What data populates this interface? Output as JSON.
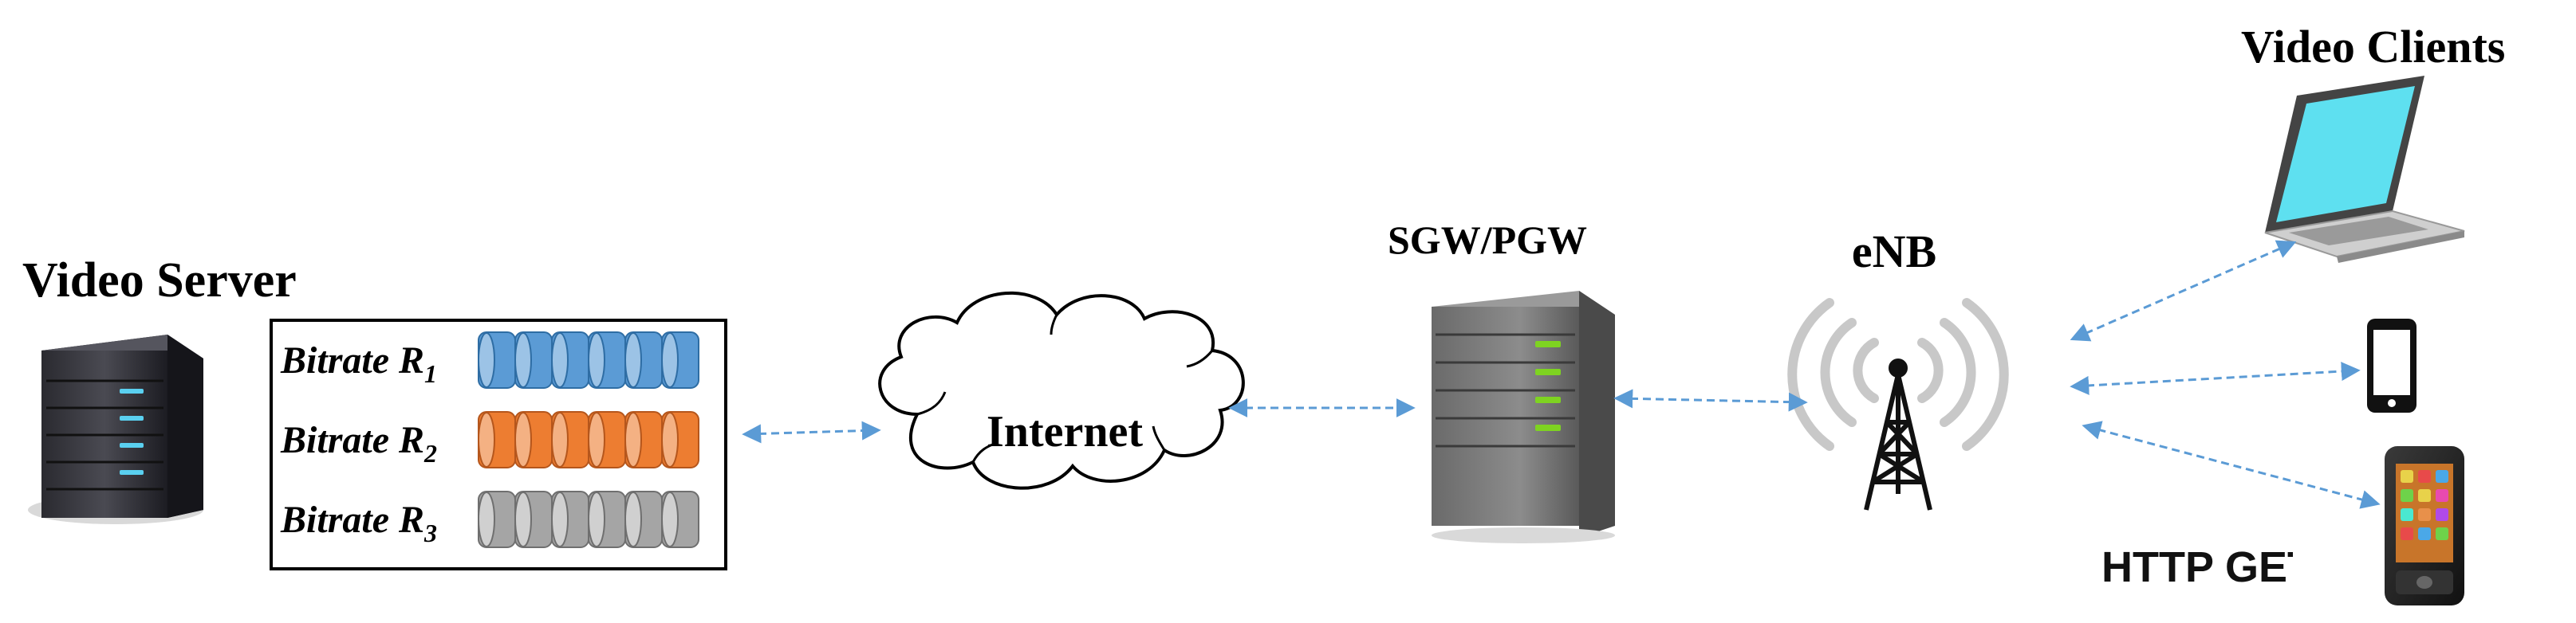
{
  "labels": {
    "video_server": "Video Server",
    "video_clients": "Video Clients",
    "internet": "Internet",
    "sgw_pgw": "SGW/PGW",
    "enb": "eNB",
    "http_get": "HTTP GET"
  },
  "bitrates": [
    {
      "prefix": "Bitrate R",
      "sub": "1",
      "color": "#5b9bd5",
      "dark": "#2e6da4",
      "light": "#9cc3e6"
    },
    {
      "prefix": "Bitrate R",
      "sub": "2",
      "color": "#ed7d31",
      "dark": "#b5561c",
      "light": "#f4b183"
    },
    {
      "prefix": "Bitrate R",
      "sub": "3",
      "color": "#a5a5a5",
      "dark": "#6f6f6f",
      "light": "#d0d0d0"
    }
  ],
  "segments_per_bitrate": 6,
  "colors": {
    "link": "#5b9bd5",
    "laptop_screen": "#5ee0f0",
    "server_accent": "#5ad0f0",
    "gateway_accent": "#7ed321"
  }
}
